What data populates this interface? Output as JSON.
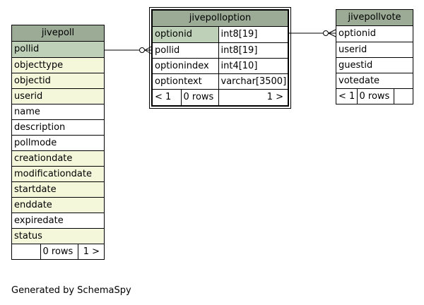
{
  "tables": {
    "jivepoll": {
      "title": "jivepoll",
      "columns": [
        {
          "name": "pollid",
          "kind": "pk"
        },
        {
          "name": "objecttype",
          "kind": "fk"
        },
        {
          "name": "objectid",
          "kind": "fk"
        },
        {
          "name": "userid",
          "kind": "fk"
        },
        {
          "name": "name",
          "kind": "plain"
        },
        {
          "name": "description",
          "kind": "plain"
        },
        {
          "name": "pollmode",
          "kind": "plain"
        },
        {
          "name": "creationdate",
          "kind": "fk"
        },
        {
          "name": "modificationdate",
          "kind": "fk"
        },
        {
          "name": "startdate",
          "kind": "fk"
        },
        {
          "name": "enddate",
          "kind": "fk"
        },
        {
          "name": "expiredate",
          "kind": "plain"
        },
        {
          "name": "status",
          "kind": "fk"
        }
      ],
      "footer": {
        "left": "",
        "middle": "0 rows",
        "right": "1 >"
      }
    },
    "jivepolloption": {
      "title": "jivepolloption",
      "columns": [
        {
          "name": "optionid",
          "type": "int8[19]",
          "kind": "pk"
        },
        {
          "name": "pollid",
          "type": "int8[19]",
          "kind": "plain"
        },
        {
          "name": "optionindex",
          "type": "int4[10]",
          "kind": "plain"
        },
        {
          "name": "optiontext",
          "type": "varchar[3500]",
          "kind": "plain"
        }
      ],
      "footer": {
        "left": "< 1",
        "middle": "0 rows",
        "right": "1 >"
      }
    },
    "jivepollvote": {
      "title": "jivepollvote",
      "columns": [
        {
          "name": "optionid",
          "kind": "plain"
        },
        {
          "name": "userid",
          "kind": "plain"
        },
        {
          "name": "guestid",
          "kind": "plain"
        },
        {
          "name": "votedate",
          "kind": "plain"
        }
      ],
      "footer": {
        "left": "< 1",
        "middle": "0 rows",
        "right": ""
      }
    }
  },
  "colors": {
    "header": "#9bab96",
    "primary_key": "#bed1b8",
    "indexed": "#f4f7da",
    "plain": "#ffffff"
  },
  "footer_note": "Generated by SchemaSpy"
}
